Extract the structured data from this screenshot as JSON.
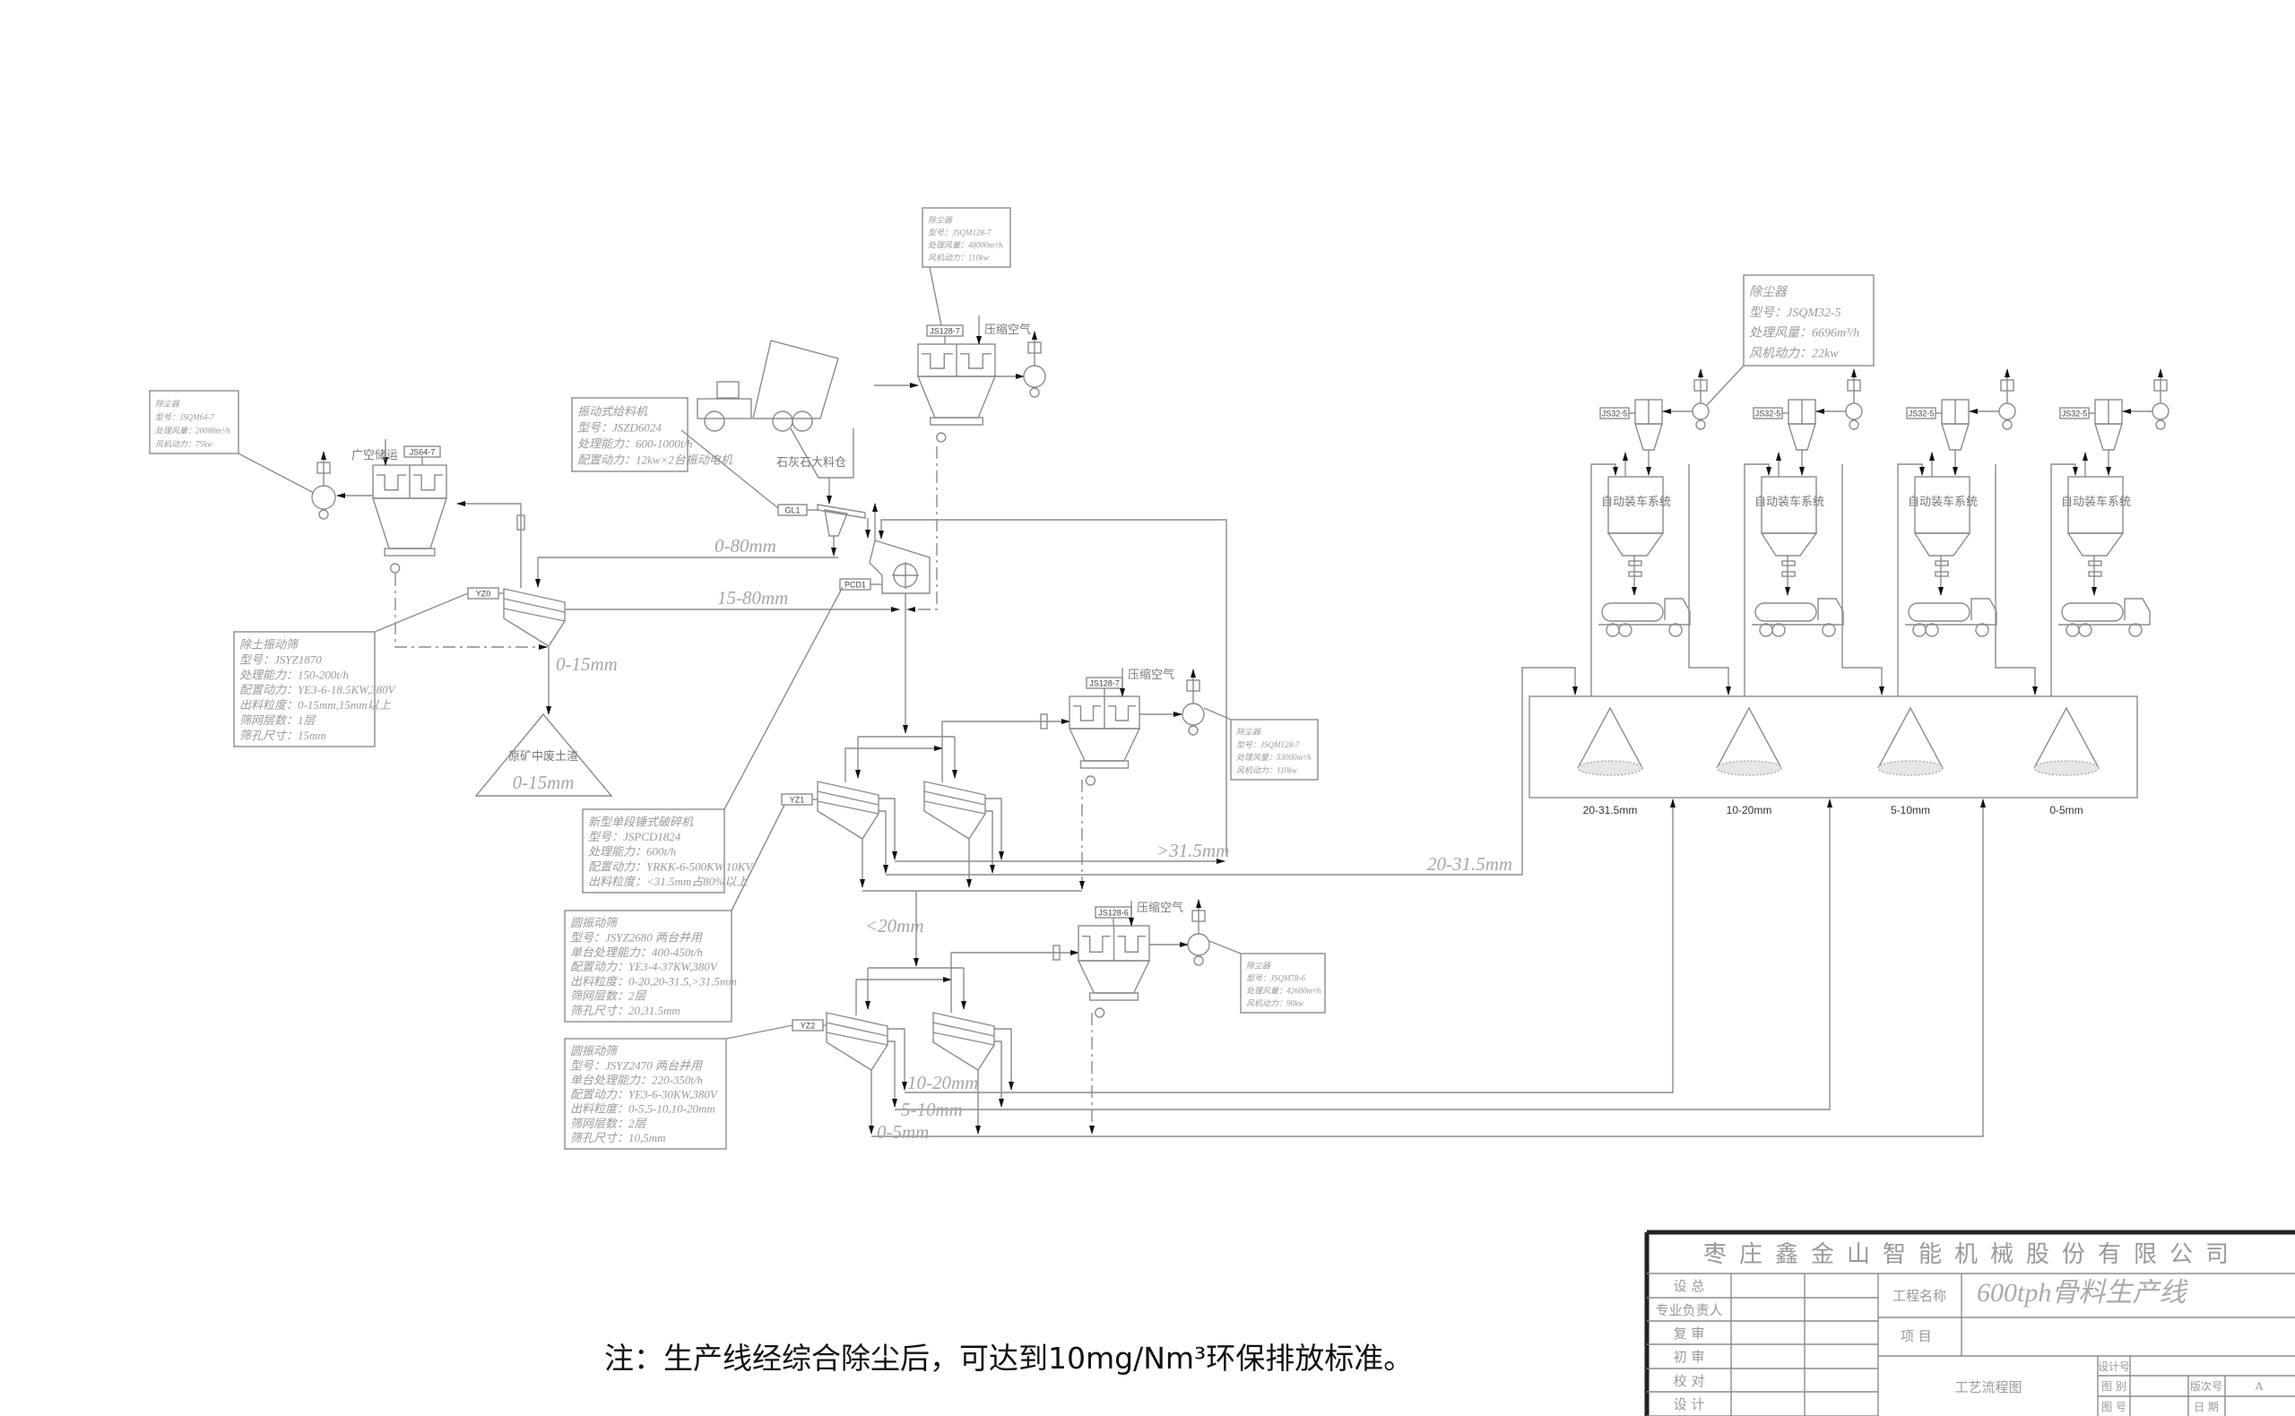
{
  "colors": {
    "line": "#8c8c8c",
    "text": "#9a9a9a",
    "note": "#111111"
  },
  "boxes": {
    "dust_left": {
      "lines": [
        "除尘器",
        "型号：JSQM64-7",
        "处理风量：20088m³/h",
        "风机动力：75kw"
      ]
    },
    "feeder": {
      "lines": [
        "振动式给料机",
        "型号：JSZD6024",
        "处理能力：600-1000t/h",
        "配置动力：12kw×2台振动电机"
      ]
    },
    "dust_top": {
      "lines": [
        "除尘器",
        "型号：JSQM128-7",
        "处理风量：48000m³/h",
        "风机动力：110kw"
      ]
    },
    "dust_right": {
      "lines": [
        "除尘器",
        "型号：JSQM32-5",
        "处理风量：6696m³/h",
        "风机动力：22kw"
      ]
    },
    "scalper": {
      "lines": [
        "除土振动筛",
        "型号：JSYZ1870",
        "处理能力：150-200t/h",
        "配置动力：YE3-6-18.5KW,380V",
        "出料粒度：0-15mm,15mm以上",
        "筛网层数：1层",
        "筛孔尺寸：15mm"
      ]
    },
    "crusher": {
      "lines": [
        "新型单段锤式破碎机",
        "型号：JSPCD1824",
        "处理能力：600t/h",
        "配置动力：YRKK-6-500KW,10KV",
        "出料粒度：<31.5mm占80%以上"
      ]
    },
    "screen1": {
      "lines": [
        "圆振动筛",
        "型号：JSYZ2680 两台并用",
        "单台处理能力：400-450t/h",
        "配置动力：YE3-4-37KW,380V",
        "出料粒度：0-20,20-31.5,>31.5mm",
        "筛网层数：2层",
        "筛孔尺寸：20,31.5mm"
      ]
    },
    "screen2": {
      "lines": [
        "圆振动筛",
        "型号：JSYZ2470 两台并用",
        "单台处理能力：220-350t/h",
        "配置动力：YE3-6-30KW,380V",
        "出料粒度：0-5,5-10,10-20mm",
        "筛网层数：2层",
        "筛孔尺寸：10,5mm"
      ]
    },
    "dust_mid": {
      "lines": [
        "除尘器",
        "型号：JSQM128-7",
        "处理风量：53000m³/h",
        "风机动力：110kw"
      ]
    },
    "dust_low": {
      "lines": [
        "除尘器",
        "型号：JSQM78-6",
        "处理风量：42600m³/h",
        "风机动力：90kw"
      ]
    }
  },
  "tags": {
    "bag_left": "JS64-7",
    "bag_top": "JS128-7",
    "bag_mid": "JS128-7",
    "bag_low": "JS128-6",
    "feeder": "GL1",
    "crusher": "PCD1",
    "scalper": "YZ0",
    "screen1": "YZ1",
    "screen2": "YZ2",
    "loader": "JS32-5"
  },
  "labels": {
    "hopper": "石灰石大料仓",
    "compressed_air": "压缩空气",
    "left_air": "广空储运",
    "loading_system": "自动装车系统",
    "waste_pile": "原矿中废土渣"
  },
  "flows": {
    "f0_80": "0-80mm",
    "f15_80": "15-80mm",
    "f0_15": "0-15mm",
    "pile_0_15": "0-15mm",
    "over31": ">31.5mm",
    "f20_31": "20-31.5mm",
    "under20": "<20mm",
    "f10_20": "10-20mm",
    "f5_10": "5-10mm",
    "f0_5": "0-5mm"
  },
  "bins": [
    {
      "label": "20-31.5mm"
    },
    {
      "label": "10-20mm"
    },
    {
      "label": "5-10mm"
    },
    {
      "label": "0-5mm"
    }
  ],
  "note": "注：生产线经综合除尘后，可达到10mg/Nm³环保排放标准。",
  "title_block": {
    "company": "枣庄鑫金山智能机械股份有限公司",
    "roles": [
      "设  总",
      "专业负责人",
      "复  审",
      "初  审",
      "校  对",
      "设  计"
    ],
    "project_name_label": "工程名称",
    "project_name": "600tph骨料生产线",
    "item_label": "项  目",
    "drawing_title": "工艺流程图",
    "design_no_label": "设计号",
    "category_label": "图  别",
    "version_label": "版次号",
    "version": "A",
    "drawing_no_label": "图  号",
    "date_label": "日  期"
  }
}
